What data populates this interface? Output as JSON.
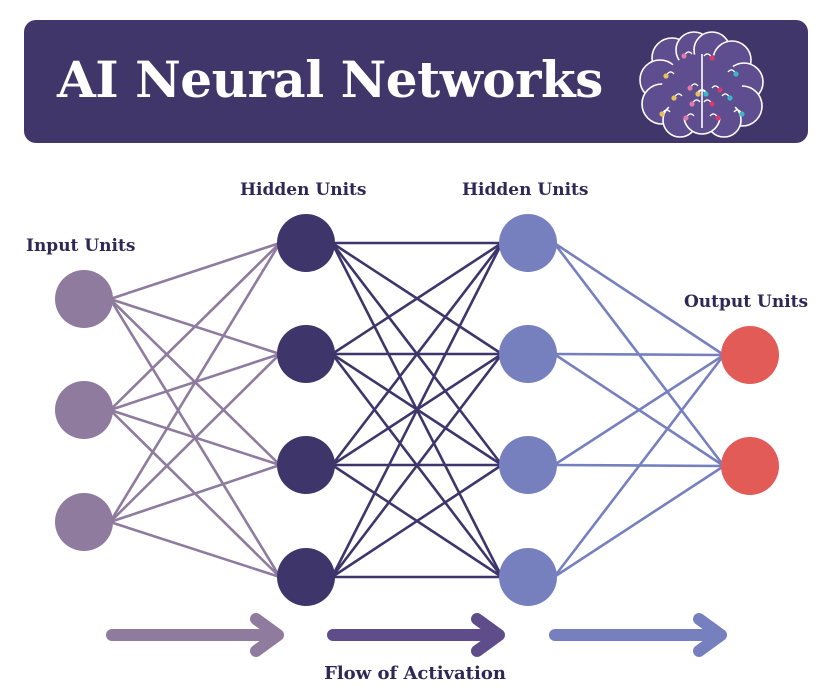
{
  "header": {
    "title": "AI Neural Networks",
    "icon": "brain-circuit-icon",
    "background_color": "#40366a"
  },
  "layers": [
    {
      "id": "input",
      "label": "Input Units",
      "units": 3,
      "color": "#8f7b9e",
      "edge_color": "#8f7b9e"
    },
    {
      "id": "hidden1",
      "label": "Hidden Units",
      "units": 4,
      "color": "#3e356b",
      "edge_color": "#3e356b"
    },
    {
      "id": "hidden2",
      "label": "Hidden Units",
      "units": 4,
      "color": "#7680bf",
      "edge_color": "#7680bf"
    },
    {
      "id": "output",
      "label": "Output Units",
      "units": 2,
      "color": "#e35b57"
    }
  ],
  "connectivity": "fully-connected",
  "flow": {
    "label": "Flow of Activation",
    "arrows": [
      {
        "color": "#8f7b9e"
      },
      {
        "color": "#5e4d8a"
      },
      {
        "color": "#7680bf"
      }
    ]
  },
  "brain_dot_colors": [
    "#e07aa8",
    "#d63a6e",
    "#e8c05a",
    "#3ab8c9"
  ]
}
